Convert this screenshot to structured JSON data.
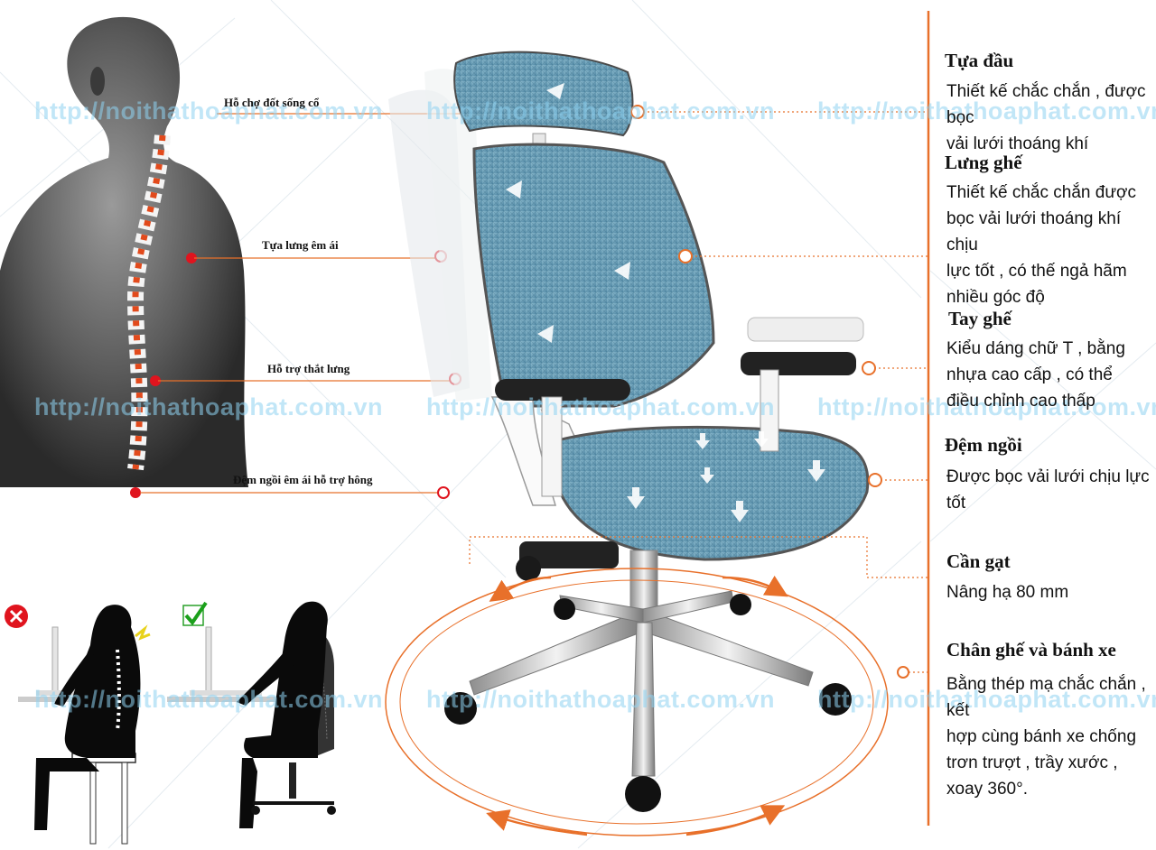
{
  "watermark": "http://noithathoaphat.com.vn",
  "body_labels": {
    "neck": "Hỗ chợ đốt sống cổ",
    "back": "Tựa lưng êm ái",
    "lumbar": "Hỗ trợ thắt lưng",
    "hip": "Đệm ngồi êm ái hỗ trợ hông"
  },
  "features": [
    {
      "title": "Tựa  đầu",
      "desc": "Thiết kế chắc chắn , được bọc\nvải lưới thoáng khí"
    },
    {
      "title": "Lưng ghế",
      "desc": "Thiết kế chắc chắn được\nbọc vải lưới thoáng khí chịu\nlực tốt , có thế ngả hãm\nnhiều góc độ"
    },
    {
      "title": "Tay ghế",
      "desc": "Kiểu dáng chữ T , bằng\nnhựa cao cấp , có thể\nđiều chỉnh cao thấp"
    },
    {
      "title": "Đệm ngồi",
      "desc": "Được bọc vải lưới chịu lực\ntốt"
    },
    {
      "title": "Cần gạt",
      "desc": "Nâng hạ 80 mm"
    },
    {
      "title": "Chân ghế và bánh xe",
      "desc": "Bằng thép mạ chắc chắn , kết\nhợp cùng bánh xe chống\ntrơn trượt , trầy xước ,\nxoay 360°."
    }
  ],
  "colors": {
    "accent": "#e8702a",
    "marker_red": "#e0141e",
    "mesh": "#6b9fb8",
    "watermark": "#8fd3f2"
  }
}
